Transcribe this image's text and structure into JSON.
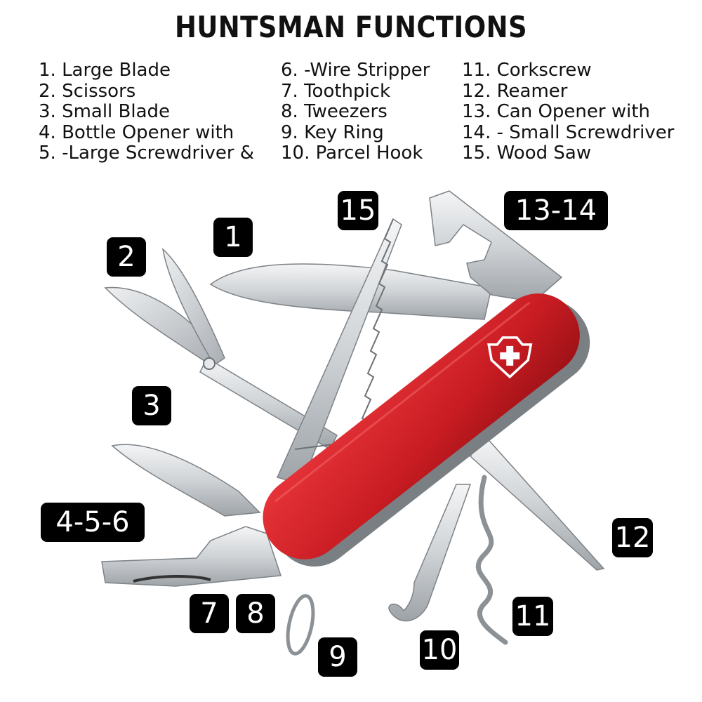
{
  "title": "HUNTSMAN FUNCTIONS",
  "legend": {
    "col1": [
      "1. Large Blade",
      "2. Scissors",
      "3. Small Blade",
      "4. Bottle Opener with",
      "5. -Large Screwdriver &"
    ],
    "col2": [
      "6. -Wire Stripper",
      "7. Toothpick",
      "8. Tweezers",
      "9. Key Ring",
      "10. Parcel Hook"
    ],
    "col3": [
      "11. Corkscrew",
      "12. Reamer",
      "13. Can Opener with",
      "14. - Small Screwdriver",
      "15. Wood Saw"
    ]
  },
  "badges": {
    "b1": "1",
    "b2": "2",
    "b3": "3",
    "b456": "4-5-6",
    "b7": "7",
    "b8": "8",
    "b9": "9",
    "b10": "10",
    "b11": "11",
    "b12": "12",
    "b1314": "13-14",
    "b15": "15"
  },
  "colors": {
    "handle_red": "#d31f26",
    "steel": "#c9cdd1",
    "badge_bg": "#000000",
    "badge_text": "#ffffff"
  }
}
